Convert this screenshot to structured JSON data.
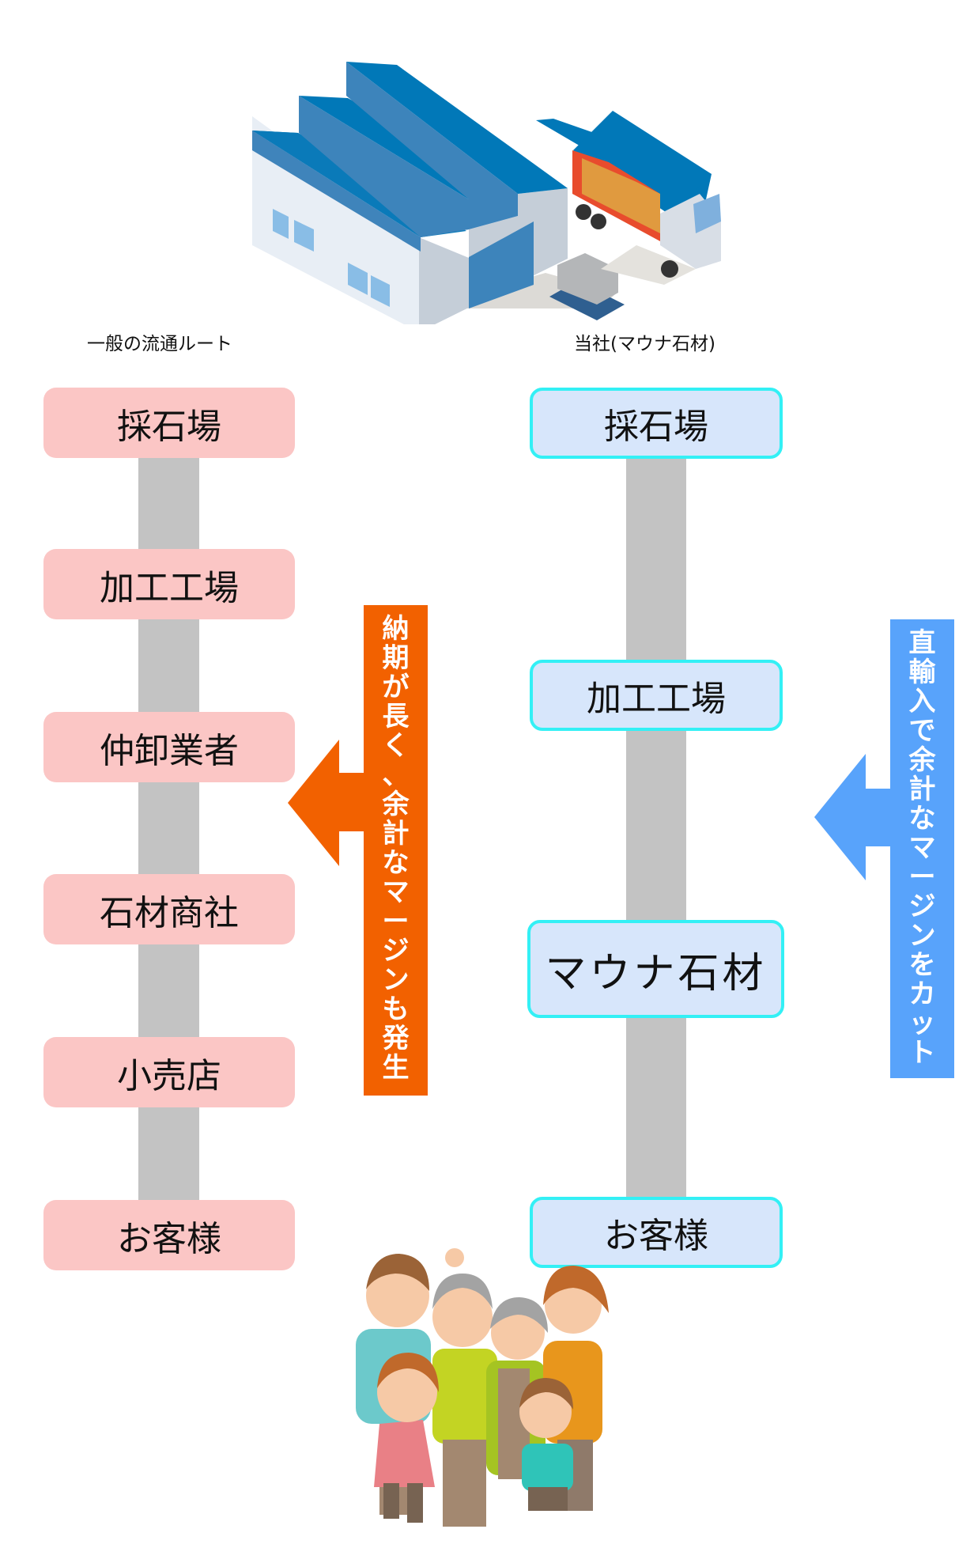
{
  "illustrations": {
    "top": "factory-warehouse-with-truck",
    "bottom": "happy-family-group"
  },
  "columns": {
    "general": {
      "label": "一般の流通ルート",
      "steps": [
        "採石場",
        "加工工場",
        "仲卸業者",
        "石材商社",
        "小売店",
        "お客様"
      ]
    },
    "company": {
      "label": "当社(マウナ石材)",
      "steps": [
        "採石場",
        "加工工場",
        "マウナ石材",
        "お客様"
      ]
    }
  },
  "callouts": {
    "general": {
      "text": "納期が長く、余計なマージンも発生",
      "color": "#f26100"
    },
    "company": {
      "text": "直輸入で余計なマージンをカット",
      "color": "#58a3fb"
    }
  },
  "colors": {
    "general_box": "#fbc6c5",
    "company_box": "#d7e6fb",
    "company_box_border": "#33f0f5",
    "connector": "#c3c3c3"
  }
}
